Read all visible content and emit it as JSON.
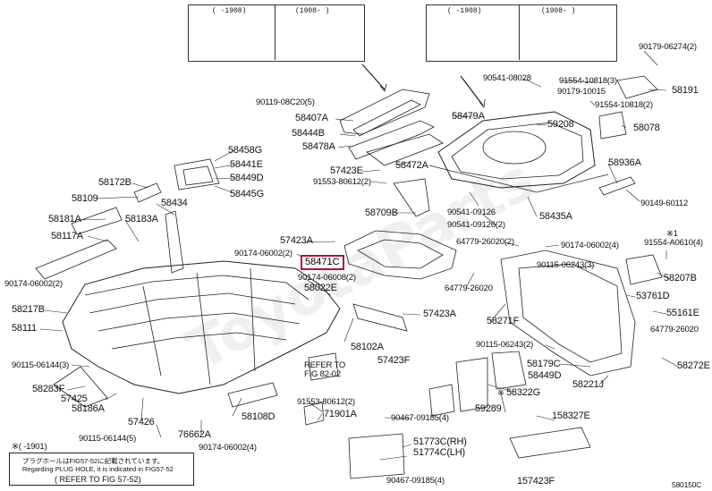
{
  "diagram_code": "580150C",
  "watermark": "ToyotaParts",
  "highlighted_part": "58471C",
  "insets": [
    {
      "left_header": "( -1908)",
      "right_header": "(1908- )"
    },
    {
      "left_header": "( -1908)",
      "right_header": "(1908- )"
    }
  ],
  "note": {
    "range": "※( -1901)",
    "line1": "プラグホールはFIG57-52に記載されています。",
    "line2": "Regarding PLUG HOLE, it is indicated in FIG57-52",
    "line3": "( REFER TO FIG 57-52)"
  },
  "refer_fig": {
    "line1": "REFER TO",
    "line2": "FIG 82-02"
  },
  "labels": {
    "l01": "90119-08C20(5)",
    "l02": "58407A",
    "l03": "58444B",
    "l04": "58478A",
    "l05": "58458G",
    "l06": "58441E",
    "l07": "58449D",
    "l08": "58445G",
    "l09": "58172B",
    "l10": "58109",
    "l11": "58181A",
    "l12": "58183A",
    "l13": "58117A",
    "l14": "58434",
    "l15": "90174-06002(2)",
    "l16": "90174-06002(2)",
    "l17": "90174-06008(2)",
    "l18": "58022E",
    "l19": "58217B",
    "l20": "58111",
    "l21": "58102A",
    "l22": "90115-06144(3)",
    "l23": "58283F",
    "l24": "57425",
    "l25": "58186A",
    "l26": "57426",
    "l27": "90115-06144(5)",
    "l28": "76662A",
    "l29": "58108D",
    "l30": "90174-06002(4)",
    "l31": "91553-80612(2)",
    "l32": "71901A",
    "l33": "90467-09185(4)",
    "l34": "51773C(RH)",
    "l35": "51774C(LH)",
    "l36": "90467-09185(4)",
    "l37": "57423F",
    "l38": "58449D",
    "l39": "58322G",
    "l40": "59289",
    "l41": "158327E",
    "l42": "157423F",
    "l43": "57423A",
    "l44": "57423A",
    "l45": "58472A",
    "l46": "57423E",
    "l47": "91553-80612(2)",
    "l48": "58709B",
    "l49": "58479A",
    "l50": "90541-08028",
    "l51": "91554-10818(3)",
    "l52": "90179-10015",
    "l53": "91554-10818(2)",
    "l54": "90179-06274(2)",
    "l55": "58191",
    "l56": "59208",
    "l57": "58078",
    "l58": "58936A",
    "l59": "90541-09126",
    "l60": "90541-09126(2)",
    "l61": "58435A",
    "l62": "90149-60112",
    "l63": "64779-26020(2)",
    "l64": "90174-06002(4)",
    "l65": "91554-A0610(4)",
    "l66": "90115-06243(3)",
    "l67": "58207B",
    "l68": "64779-26020",
    "l69": "53761D",
    "l70": "58271F",
    "l71": "55161E",
    "l72": "64779-26020",
    "l73": "90115-06243(2)",
    "l74": "58179C",
    "l75": "58272E",
    "l76": "58221J",
    "l77": "※1",
    "l78": "※"
  }
}
